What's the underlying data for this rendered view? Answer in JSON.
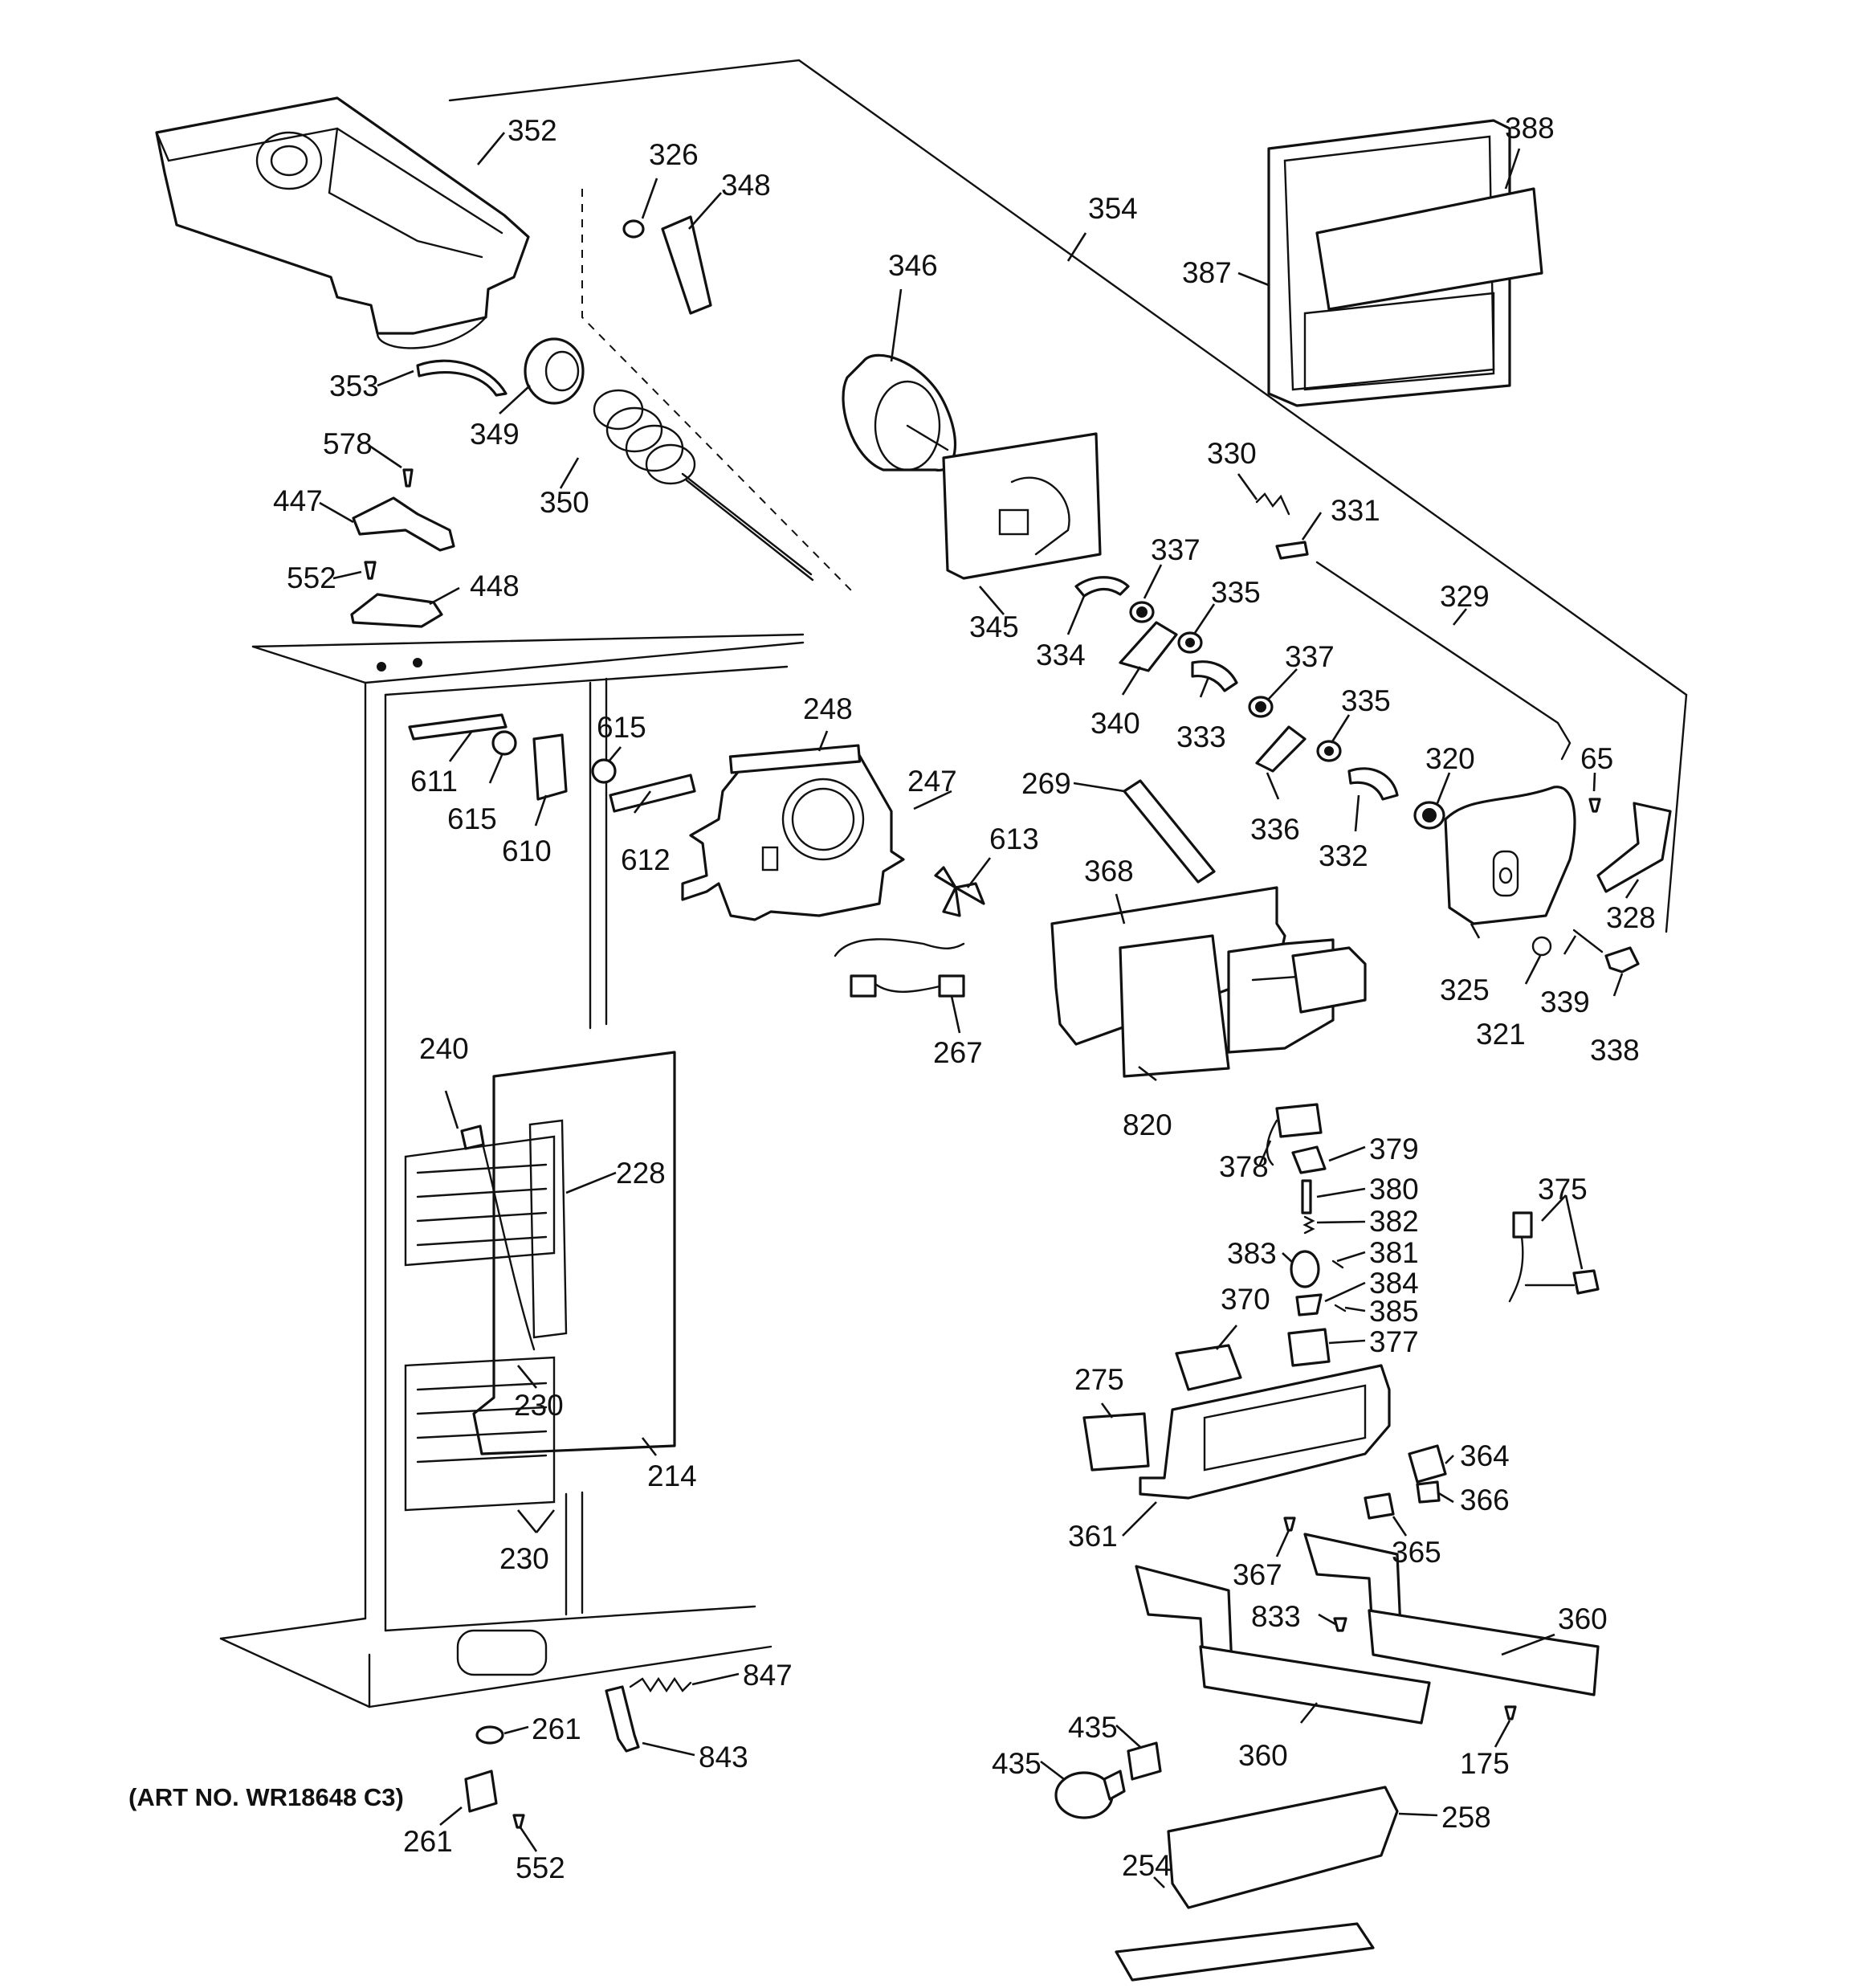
{
  "art_number": "(ART NO. WR18648 C3)",
  "callouts": [
    {
      "id": "c352",
      "label": "352"
    },
    {
      "id": "c326",
      "label": "326"
    },
    {
      "id": "c348",
      "label": "348"
    },
    {
      "id": "c354",
      "label": "354"
    },
    {
      "id": "c388",
      "label": "388"
    },
    {
      "id": "c387",
      "label": "387"
    },
    {
      "id": "c346",
      "label": "346"
    },
    {
      "id": "c353",
      "label": "353"
    },
    {
      "id": "c349",
      "label": "349"
    },
    {
      "id": "c578",
      "label": "578"
    },
    {
      "id": "c447",
      "label": "447"
    },
    {
      "id": "c350",
      "label": "350"
    },
    {
      "id": "c552a",
      "label": "552"
    },
    {
      "id": "c448",
      "label": "448"
    },
    {
      "id": "c330",
      "label": "330"
    },
    {
      "id": "c331",
      "label": "331"
    },
    {
      "id": "c337a",
      "label": "337"
    },
    {
      "id": "c345",
      "label": "345"
    },
    {
      "id": "c334",
      "label": "334"
    },
    {
      "id": "c335a",
      "label": "335"
    },
    {
      "id": "c329",
      "label": "329"
    },
    {
      "id": "c340",
      "label": "340"
    },
    {
      "id": "c333",
      "label": "333"
    },
    {
      "id": "c337b",
      "label": "337"
    },
    {
      "id": "c335b",
      "label": "335"
    },
    {
      "id": "c248",
      "label": "248"
    },
    {
      "id": "c615a",
      "label": "615"
    },
    {
      "id": "c611",
      "label": "611"
    },
    {
      "id": "c615b",
      "label": "615"
    },
    {
      "id": "c610",
      "label": "610"
    },
    {
      "id": "c612",
      "label": "612"
    },
    {
      "id": "c247",
      "label": "247"
    },
    {
      "id": "c269",
      "label": "269"
    },
    {
      "id": "c613",
      "label": "613"
    },
    {
      "id": "c336",
      "label": "336"
    },
    {
      "id": "c332",
      "label": "332"
    },
    {
      "id": "c320",
      "label": "320"
    },
    {
      "id": "c65",
      "label": "65"
    },
    {
      "id": "c368",
      "label": "368"
    },
    {
      "id": "c328",
      "label": "328"
    },
    {
      "id": "c325",
      "label": "325"
    },
    {
      "id": "c339",
      "label": "339"
    },
    {
      "id": "c321",
      "label": "321"
    },
    {
      "id": "c338",
      "label": "338"
    },
    {
      "id": "c267",
      "label": "267"
    },
    {
      "id": "c240",
      "label": "240"
    },
    {
      "id": "c228",
      "label": "228"
    },
    {
      "id": "c820",
      "label": "820"
    },
    {
      "id": "c378",
      "label": "378"
    },
    {
      "id": "c379",
      "label": "379"
    },
    {
      "id": "c380",
      "label": "380"
    },
    {
      "id": "c375",
      "label": "375"
    },
    {
      "id": "c382",
      "label": "382"
    },
    {
      "id": "c383",
      "label": "383"
    },
    {
      "id": "c381",
      "label": "381"
    },
    {
      "id": "c384",
      "label": "384"
    },
    {
      "id": "c370",
      "label": "370"
    },
    {
      "id": "c385",
      "label": "385"
    },
    {
      "id": "c377",
      "label": "377"
    },
    {
      "id": "c275",
      "label": "275"
    },
    {
      "id": "c230a",
      "label": "230"
    },
    {
      "id": "c364",
      "label": "364"
    },
    {
      "id": "c214",
      "label": "214"
    },
    {
      "id": "c366",
      "label": "366"
    },
    {
      "id": "c361",
      "label": "361"
    },
    {
      "id": "c365",
      "label": "365"
    },
    {
      "id": "c230b",
      "label": "230"
    },
    {
      "id": "c367",
      "label": "367"
    },
    {
      "id": "c833",
      "label": "833"
    },
    {
      "id": "c360a",
      "label": "360"
    },
    {
      "id": "c847",
      "label": "847"
    },
    {
      "id": "c261a",
      "label": "261"
    },
    {
      "id": "c435a",
      "label": "435"
    },
    {
      "id": "c843",
      "label": "843"
    },
    {
      "id": "c360b",
      "label": "360"
    },
    {
      "id": "c175",
      "label": "175"
    },
    {
      "id": "c435b",
      "label": "435"
    },
    {
      "id": "c258",
      "label": "258"
    },
    {
      "id": "c261b",
      "label": "261"
    },
    {
      "id": "c552b",
      "label": "552"
    },
    {
      "id": "c254",
      "label": "254"
    }
  ]
}
